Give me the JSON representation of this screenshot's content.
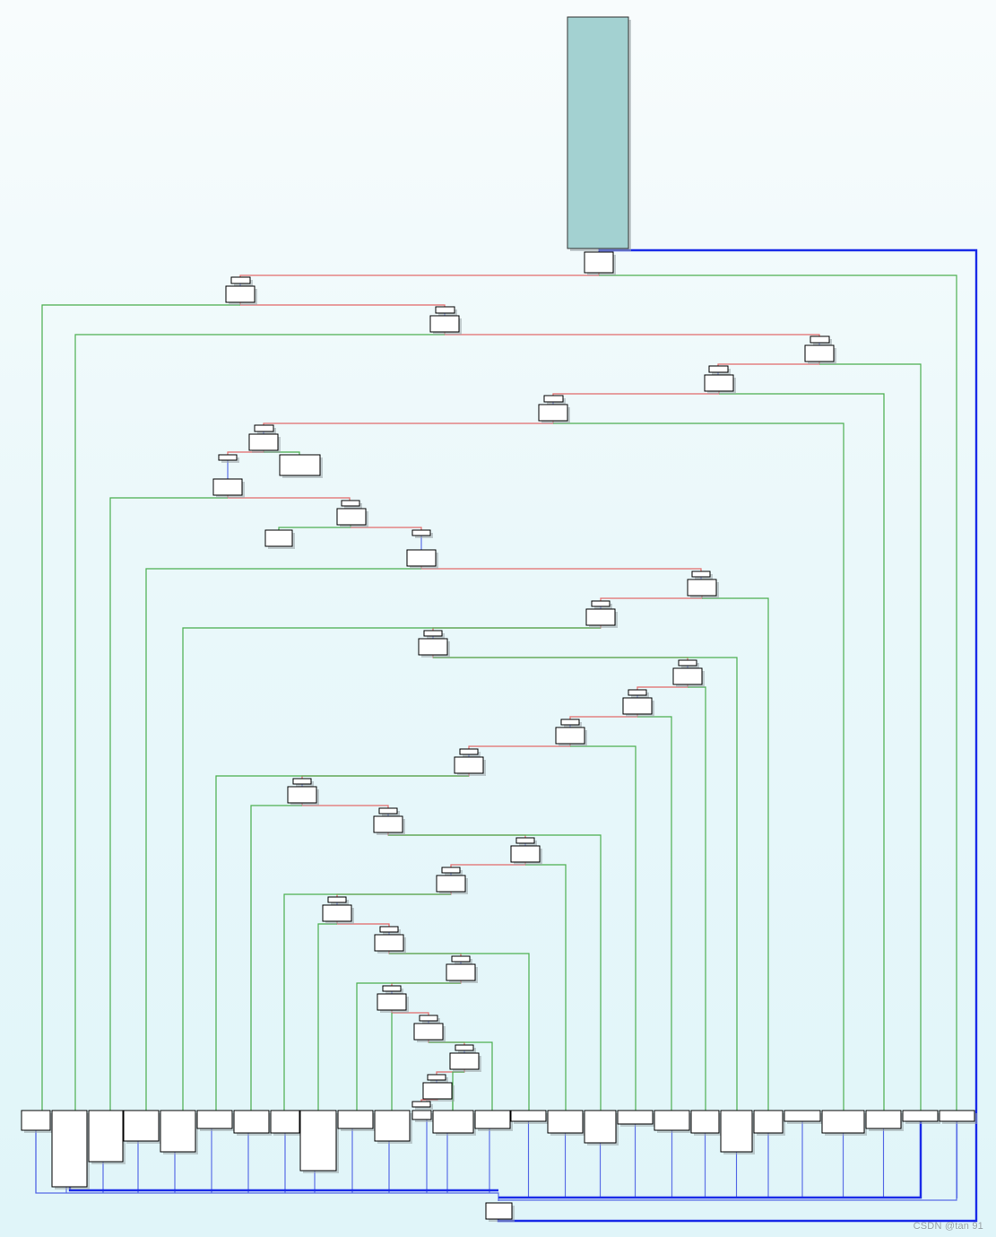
{
  "watermark": "CSDN @tan 91",
  "colors": {
    "background": "#eef9fb",
    "entry_block": "#a3d1d1",
    "block_fill": "#ffffff",
    "edge_true": "#4caf50",
    "edge_false": "#e26b6b",
    "edge_unconditional": "#5a6ee6",
    "edge_return": "#1a2be8"
  },
  "graph": {
    "kind": "control-flow-graph",
    "entry_block_count": 1,
    "exit_block_count": 1
  }
}
